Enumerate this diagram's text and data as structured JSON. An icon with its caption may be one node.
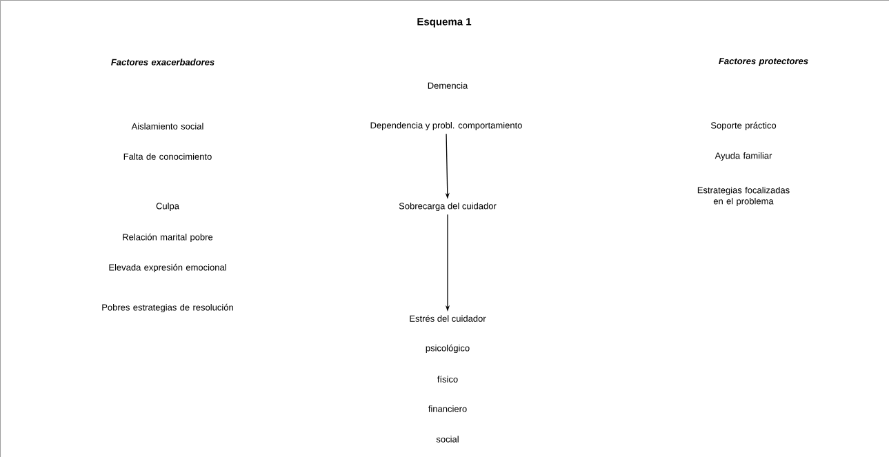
{
  "diagram": {
    "title": "Esquema 1",
    "nodes": [
      {
        "text": [
          "Dependencia y probl. comportamiento"
        ]
      },
      {
        "text": [
          "Sobrecarga del cuidador"
        ]
      },
      {
        "text": [
          "Estrés del cuidador"
        ]
      }
    ],
    "edges": [
      {
        "from": 0,
        "to": 1,
        "arrow": "to"
      },
      {
        "from": 1,
        "to": 2,
        "arrow": "to"
      }
    ],
    "labels": [
      "Factores exacerbadores",
      "Factores protectores",
      "Demencia",
      "Aislamiento social",
      "Soporte práctico",
      "Falta de conocimiento",
      "Ayuda familiar",
      "Estrategias focalizadas en el problema",
      "Culpa",
      "Relación marital pobre",
      "Elevada expresión emocional",
      "Pobres estrategias de resolución",
      "psicológico",
      "físico",
      "financiero",
      "social"
    ]
  }
}
